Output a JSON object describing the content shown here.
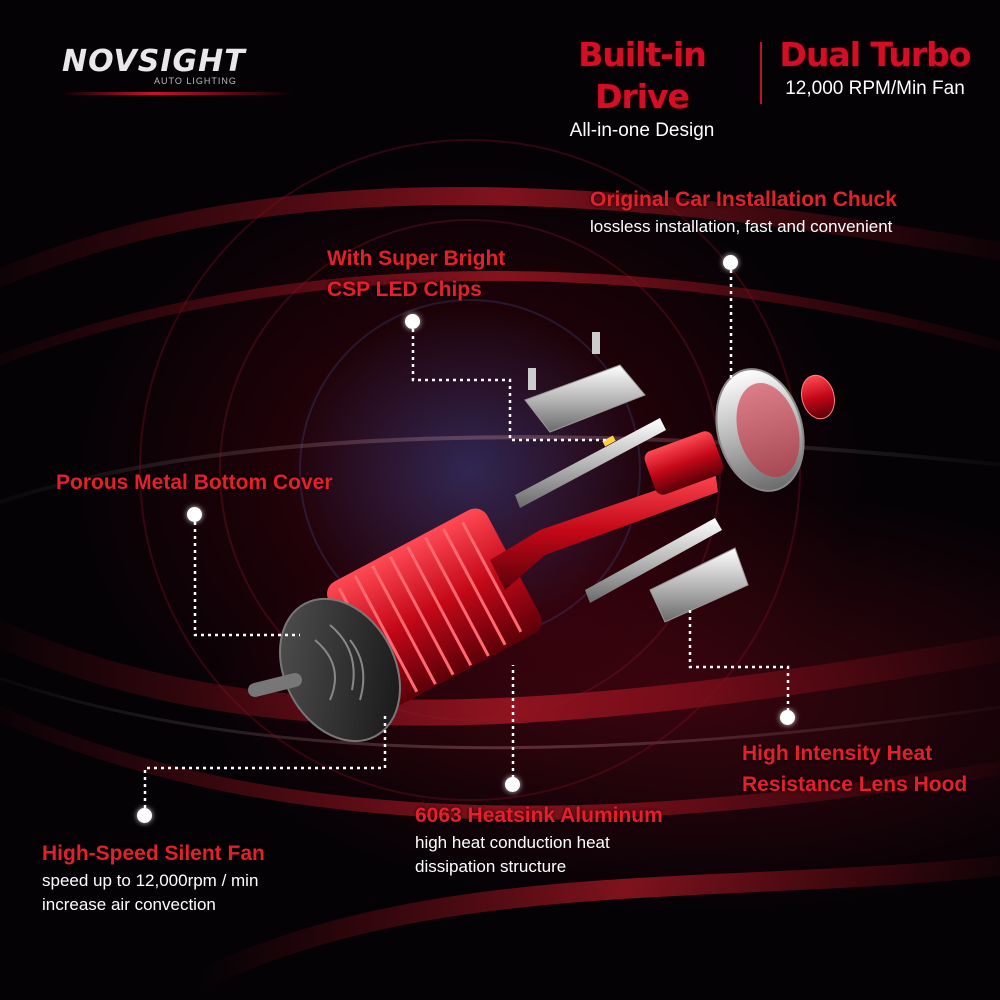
{
  "brand": {
    "logo_text": "NOVSIGHT",
    "logo_tagline": "AUTO LIGHTING"
  },
  "header": {
    "feature_left": {
      "title": "Built-in Drive",
      "subtitle": "All-in-one Design"
    },
    "feature_right": {
      "title": "Dual Turbo",
      "subtitle": "12,000 RPM/Min Fan"
    }
  },
  "callouts": {
    "chuck": {
      "title": "Original Car Installation Chuck",
      "desc": "lossless installation, fast and convenient"
    },
    "led_chips": {
      "title_line1": "With Super Bright",
      "title_line2": "CSP LED Chips"
    },
    "bottom_cover": {
      "title": "Porous Metal Bottom Cover"
    },
    "lens_hood": {
      "title_line1": "High Intensity Heat",
      "title_line2": "Resistance Lens Hood"
    },
    "heatsink": {
      "title": "6063 Heatsink Aluminum",
      "desc_line1": "high heat conduction heat",
      "desc_line2": "dissipation structure"
    },
    "fan": {
      "title": "High-Speed Silent Fan",
      "desc_line1": "speed up to 12,000rpm / min",
      "desc_line2": "increase air convection"
    }
  },
  "colors": {
    "accent_red": "#d40e26",
    "text_white": "#ffffff",
    "background": "#050205"
  }
}
